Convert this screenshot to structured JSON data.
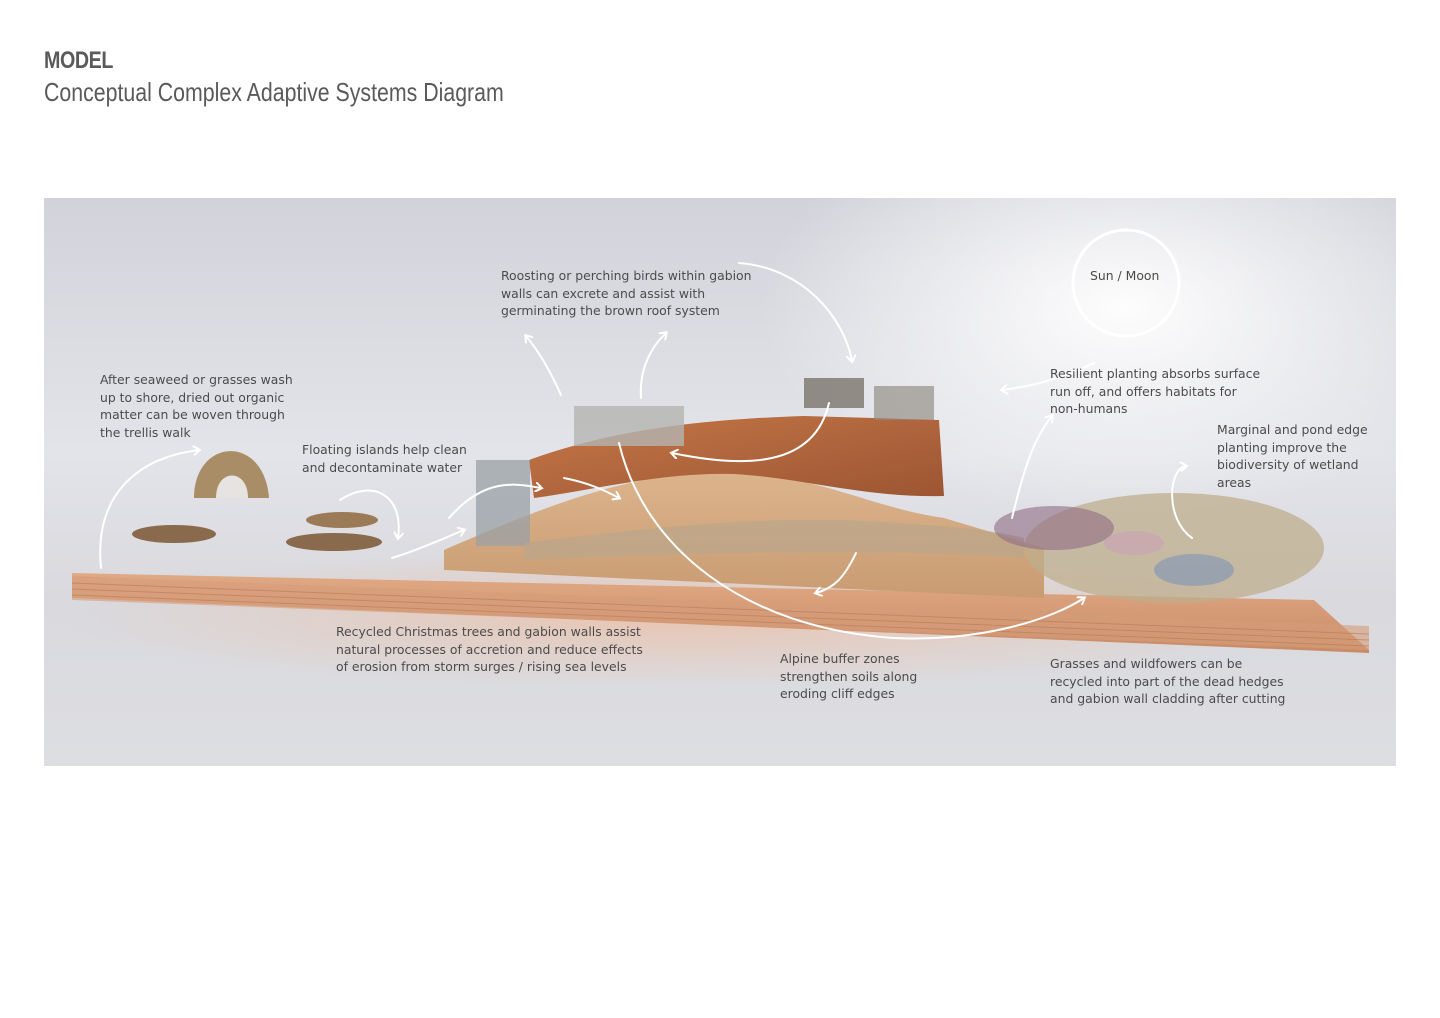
{
  "header": {
    "title": "MODEL",
    "subtitle": "Conceptual Complex Adaptive Systems Diagram"
  },
  "annotations": {
    "seaweed": "After seaweed or grasses wash\nup to shore, dried out organic\nmatter can be woven through\nthe trellis walk",
    "floating_islands": "Floating islands help clean\nand decontaminate water",
    "birds": "Roosting or perching birds within gabion\nwalls can excrete and assist with\ngerminating the brown roof system",
    "sun_moon": "Sun / Moon",
    "resilient_planting": "Resilient planting absorbs surface\nrun off, and offers habitats for\nnon-humans",
    "marginal_planting": "Marginal and pond edge\nplanting improve the\nbiodiversity of wetland\nareas",
    "christmas_trees": "Recycled Christmas trees and gabion walls assist\nnatural processes of accretion and reduce effects\nof erosion from storm surges / rising sea levels",
    "alpine": "Alpine buffer zones\nstrengthen soils along\neroding cliff edges",
    "grasses": "Grasses and wildfowers can be\nrecycled into part of the dead hedges\nand gabion wall cladding after cutting"
  },
  "colors": {
    "annotation_text": "#4b4b4b",
    "heading_text": "#5a5a5a",
    "arrow": "#ffffff",
    "plywood": "#d49a76",
    "clay": "#b8683e",
    "sand": "#d6ad84"
  }
}
